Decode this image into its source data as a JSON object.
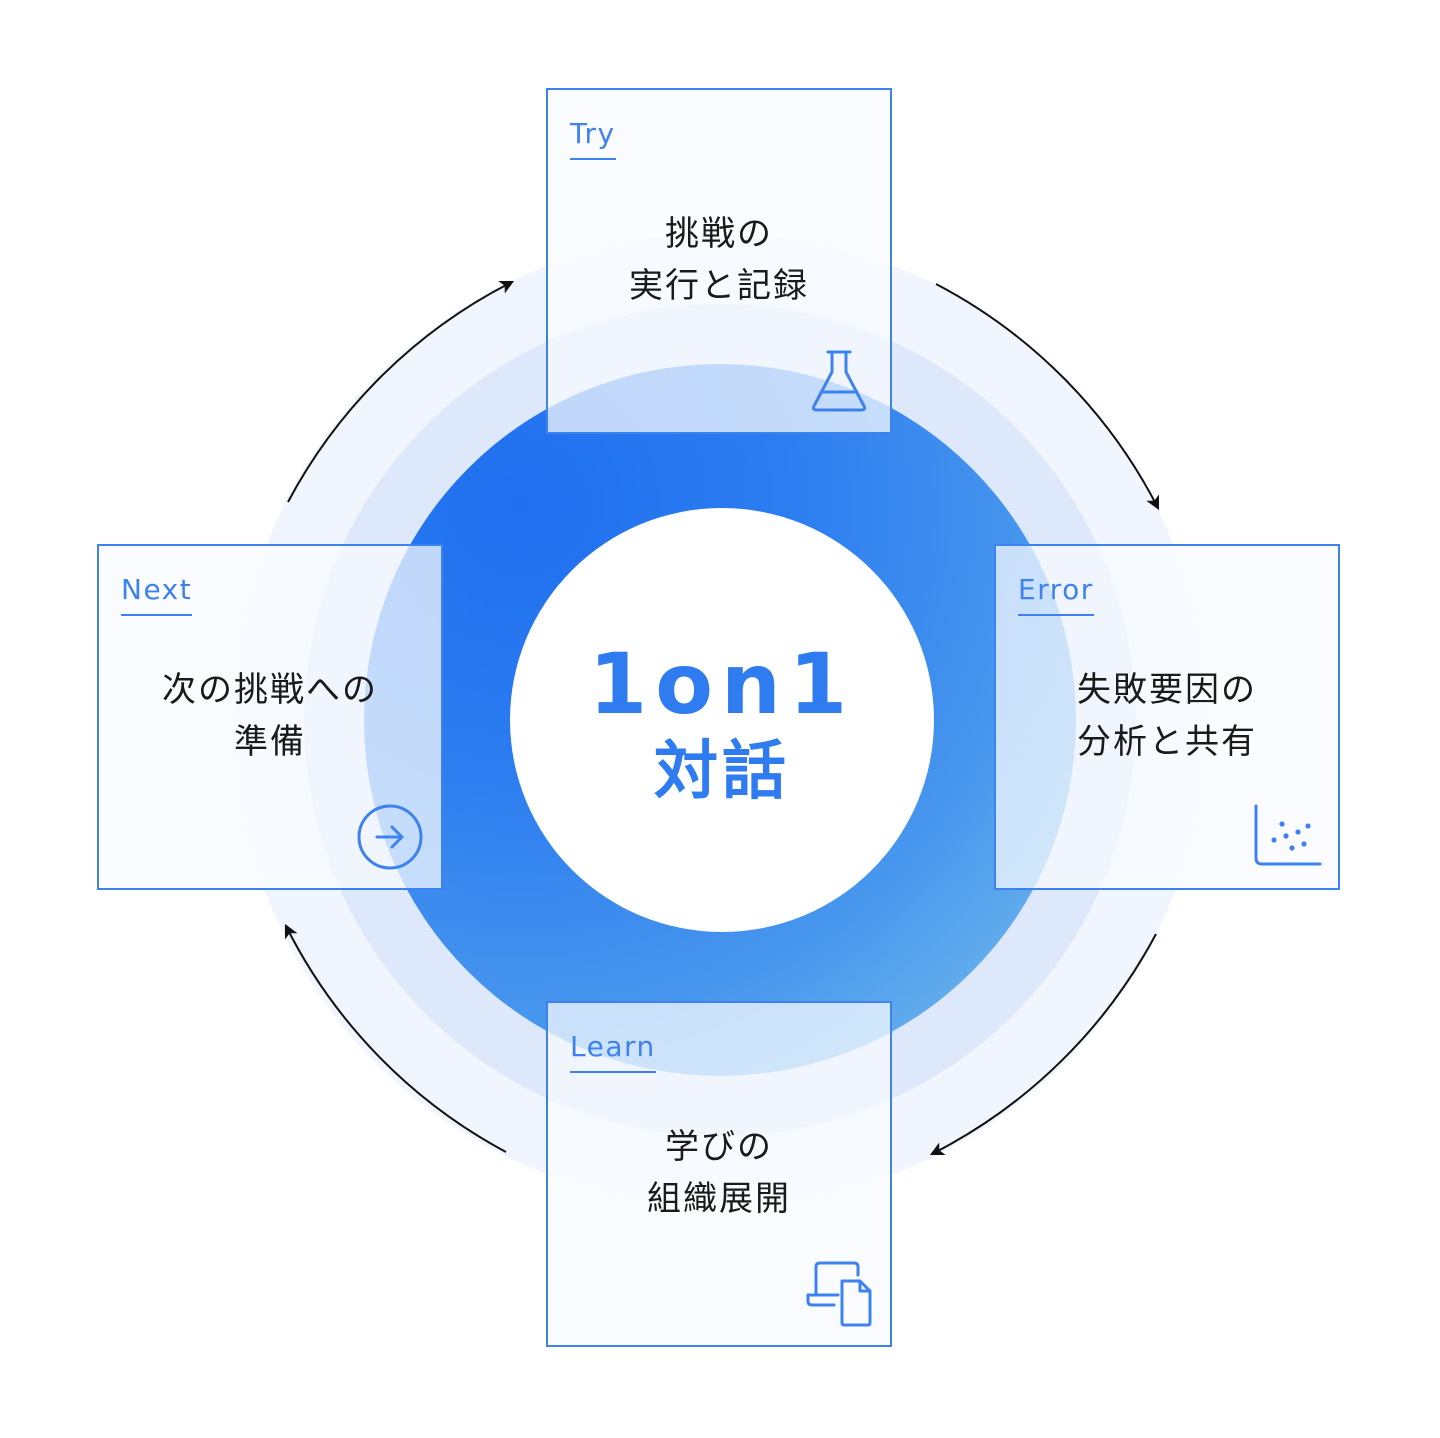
{
  "center": {
    "title": "1on1",
    "subtitle": "対話"
  },
  "colors": {
    "accent": "#3d82ee",
    "center_text": "#2f7bf0",
    "ring_outer": "#f1f6fe",
    "ring_mid": "#dde8fb",
    "core_start": "#1f6ff0",
    "core_end": "#7cc3ea",
    "arrow": "#111111"
  },
  "stages": [
    {
      "tag": "Try",
      "line1": "挑戦の",
      "line2": "実行と記録",
      "icon": "flask-icon"
    },
    {
      "tag": "Error",
      "line1": "失敗要因の",
      "line2": "分析と共有",
      "icon": "scatter-chart-icon"
    },
    {
      "tag": "Learn",
      "line1": "学びの",
      "line2": "組織展開",
      "icon": "documents-icon"
    },
    {
      "tag": "Next",
      "line1": "次の挑戦への",
      "line2": "準備",
      "icon": "arrow-right-circle-icon"
    }
  ],
  "cycle_direction": "clockwise"
}
